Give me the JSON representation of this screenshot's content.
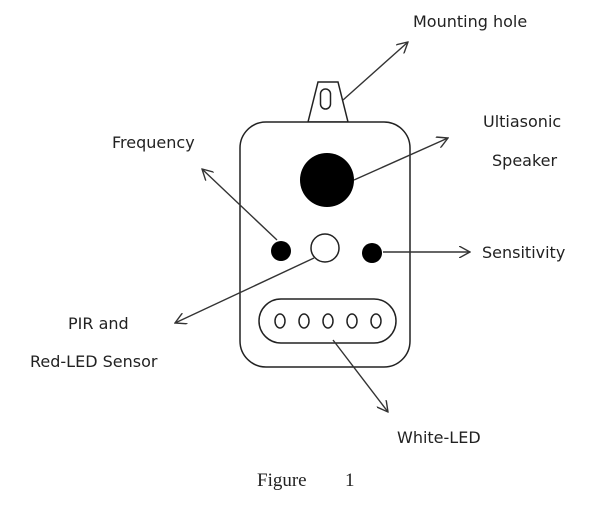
{
  "labels": {
    "mounting_hole": "Mounting hole",
    "ultrasonic_line1": "Ultiasonic",
    "ultrasonic_line2": "Speaker",
    "frequency": "Frequency",
    "sensitivity": "Sensitivity",
    "pir_line1": "PIR and",
    "pir_line2": "Red-LED Sensor",
    "white_led": "White-LED"
  },
  "caption": {
    "word": "Figure",
    "number": "1"
  },
  "white_led_count": 5,
  "colors": {
    "ink": "#222222",
    "fill_dark": "#000000",
    "background": "#ffffff"
  }
}
